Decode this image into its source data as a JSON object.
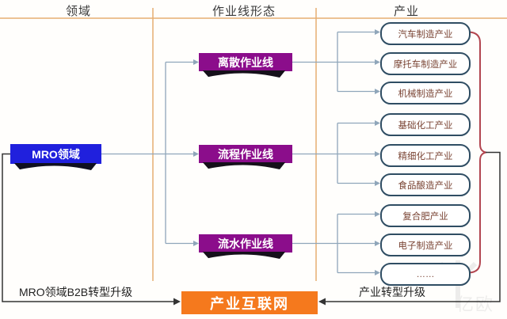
{
  "headers": {
    "domain": "领域",
    "line_form": "作业线形态",
    "industry": "产业"
  },
  "domain_box": {
    "label": "MRO领域"
  },
  "line_boxes": [
    {
      "label": "离散作业线"
    },
    {
      "label": "流程作业线"
    },
    {
      "label": "流水作业线"
    }
  ],
  "industries": [
    {
      "label": "汽车制造产业"
    },
    {
      "label": "摩托车制造产业"
    },
    {
      "label": "机械制造产业"
    },
    {
      "label": "基础化工产业"
    },
    {
      "label": "精细化工产业"
    },
    {
      "label": "食品酿造产业"
    },
    {
      "label": "复合肥产业"
    },
    {
      "label": "电子制造产业"
    },
    {
      "label": "……"
    }
  ],
  "bottom": {
    "left_label": "MRO领域B2B转型升级",
    "center_box_label": "产业互联网",
    "right_label": "产业转型升级"
  },
  "watermark": "亿欧",
  "colors": {
    "mro_box": "#2020dd",
    "line_box": "#8b0d8b",
    "orange_box": "#f5791d",
    "capsule_border": "#2f4d63",
    "capsule_text": "#7a4434",
    "divider": "#e6ad72",
    "connector": "#8fa6ba",
    "dark_line": "#333333",
    "brace": "#b2454f"
  }
}
